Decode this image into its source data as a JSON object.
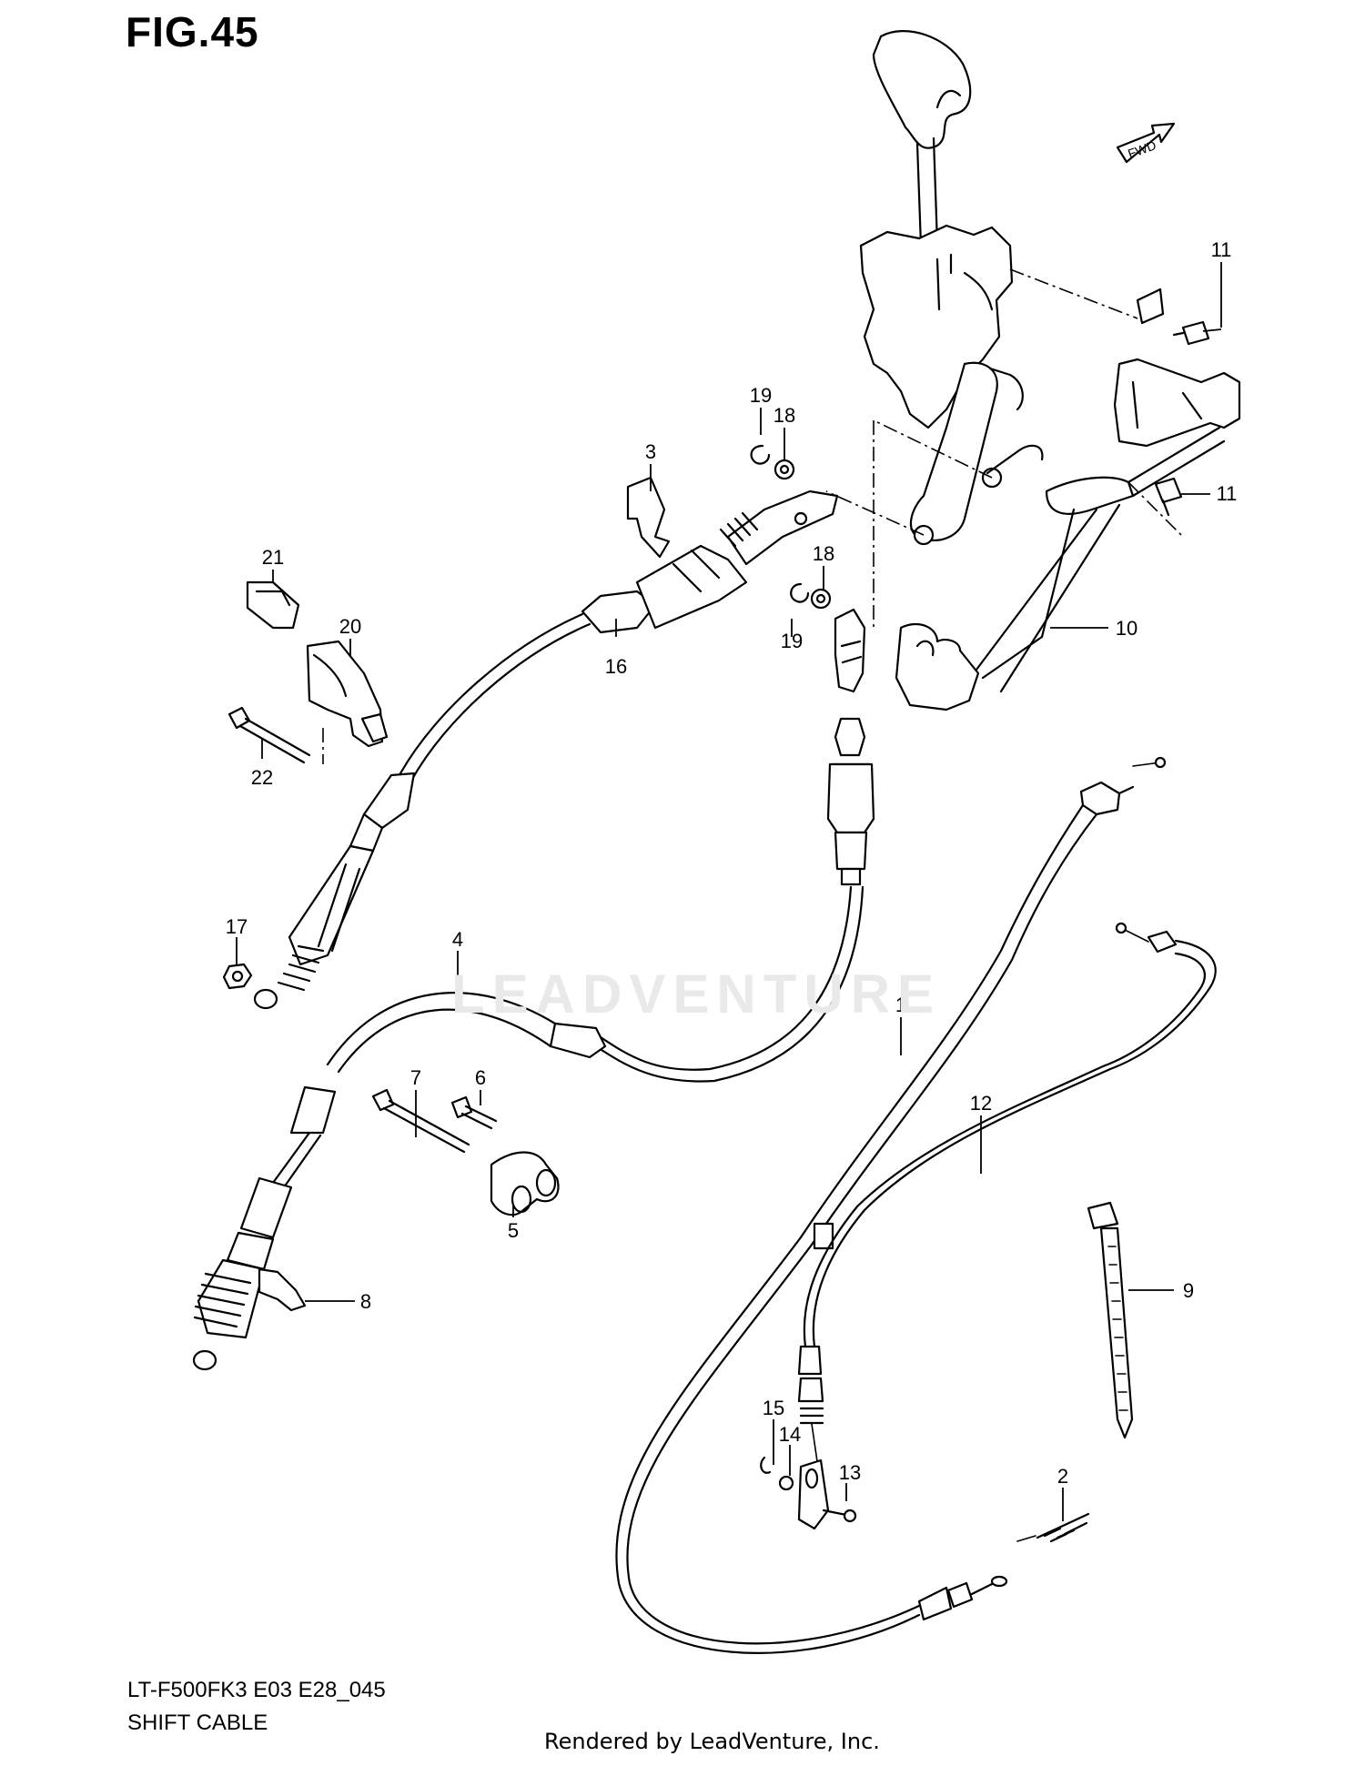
{
  "figure": {
    "title": "FIG.45",
    "model_code": "LT-F500FK3 E03 E28_045",
    "name": "SHIFT CABLE",
    "rendered_by": "Rendered by LeadVenture, Inc.",
    "watermark": "LEADVENTURE",
    "fwd_label": "FWD"
  },
  "callouts": [
    {
      "id": "c1",
      "label": "1"
    },
    {
      "id": "c2",
      "label": "2"
    },
    {
      "id": "c3",
      "label": "3"
    },
    {
      "id": "c4",
      "label": "4"
    },
    {
      "id": "c5",
      "label": "5"
    },
    {
      "id": "c6",
      "label": "6"
    },
    {
      "id": "c7",
      "label": "7"
    },
    {
      "id": "c8",
      "label": "8"
    },
    {
      "id": "c9",
      "label": "9"
    },
    {
      "id": "c10",
      "label": "10"
    },
    {
      "id": "c11a",
      "label": "11"
    },
    {
      "id": "c11b",
      "label": "11"
    },
    {
      "id": "c12",
      "label": "12"
    },
    {
      "id": "c13",
      "label": "13"
    },
    {
      "id": "c14",
      "label": "14"
    },
    {
      "id": "c15",
      "label": "15"
    },
    {
      "id": "c16",
      "label": "16"
    },
    {
      "id": "c17",
      "label": "17"
    },
    {
      "id": "c18a",
      "label": "18"
    },
    {
      "id": "c18b",
      "label": "18"
    },
    {
      "id": "c19a",
      "label": "19"
    },
    {
      "id": "c19b",
      "label": "19"
    },
    {
      "id": "c20",
      "label": "20"
    },
    {
      "id": "c21",
      "label": "21"
    },
    {
      "id": "c22",
      "label": "22"
    }
  ]
}
